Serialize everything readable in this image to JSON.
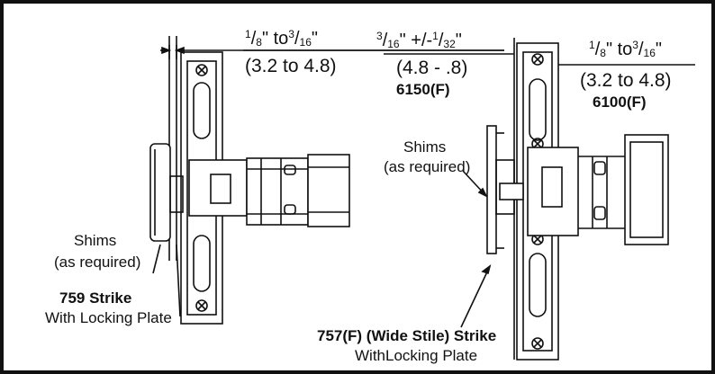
{
  "left": {
    "dim_text_pre": "1",
    "dim_text_den": "8",
    "dim_to": "\" to",
    "dim_num2": "3",
    "dim_den2": "16",
    "dim_close": "\"",
    "dim_metric": "(3.2 to 4.8)",
    "shims_line1": "Shims",
    "shims_line2": "(as required)",
    "strike_name": "759 Strike",
    "strike_sub": "With Locking Plate"
  },
  "middle": {
    "num": "3",
    "den": "16",
    "tol": "\" +/-",
    "tol_num": "1",
    "tol_den": "32",
    "close": "\"",
    "metric": "(4.8 - .8)",
    "model": "6150(F)"
  },
  "right": {
    "num": "1",
    "den": "8",
    "to": "\" to",
    "num2": "3",
    "den2": "16",
    "close": "\"",
    "metric": "(3.2 to 4.8)",
    "model": "6100(F)",
    "shims_line1": "Shims",
    "shims_line2": "(as required)",
    "strike_name": "757(F) (Wide Stile) Strike",
    "strike_sub": "WithLocking Plate"
  }
}
